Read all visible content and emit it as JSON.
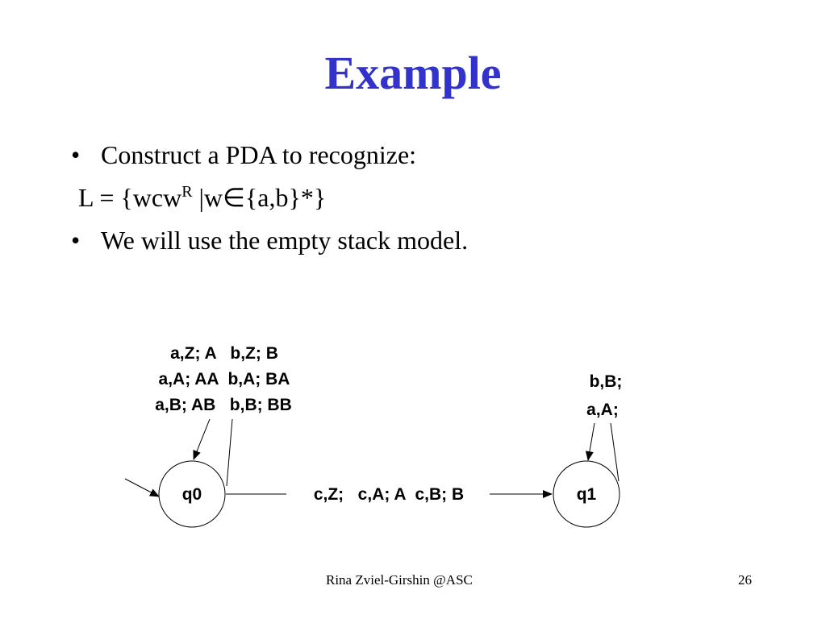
{
  "slide": {
    "title": "Example",
    "bullets": [
      {
        "marker": "•",
        "text": "Construct a PDA to recognize:"
      },
      {
        "marker": "•",
        "text": "We will use the empty stack model."
      }
    ],
    "language": {
      "prefix": "L = {wcw",
      "sup": "R",
      "bar": " |w",
      "elem": "∈",
      "suffix": "{a,b}*}"
    }
  },
  "diagram": {
    "states": [
      {
        "name": "q0"
      },
      {
        "name": "q1"
      }
    ],
    "q0_loop_labels": [
      "a,Z; A   b,Z; B",
      "a,A; AA  b,A; BA",
      "a,B; AB   b,B; BB"
    ],
    "q1_loop_labels": [
      "b,B;",
      "a,A;"
    ],
    "transition_label": "c,Z;   c,A; A  c,B; B"
  },
  "footer": {
    "author": "Rina Zviel-Girshin  @ASC",
    "page_number": "26"
  }
}
